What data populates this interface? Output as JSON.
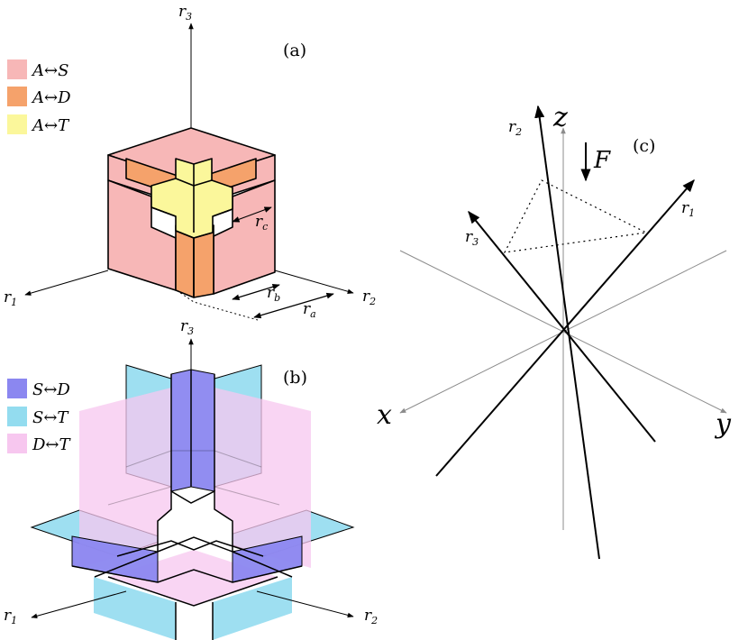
{
  "panel_a": {
    "label": "(a)",
    "axes": {
      "r1": {
        "main": "r",
        "sub": "1"
      },
      "r2": {
        "main": "r",
        "sub": "2"
      },
      "r3": {
        "main": "r",
        "sub": "3"
      }
    },
    "legend": [
      {
        "text": "A↔S",
        "color": "#f7b7b7"
      },
      {
        "text": "A↔D",
        "color": "#f5a26b"
      },
      {
        "text": "A↔T",
        "color": "#fbf79b"
      }
    ],
    "dimensions": {
      "ra": {
        "main": "r",
        "sub": "a"
      },
      "rb": {
        "main": "r",
        "sub": "b"
      },
      "rc": {
        "main": "r",
        "sub": "c"
      }
    }
  },
  "panel_b": {
    "label": "(b)",
    "axes": {
      "r1": {
        "main": "r",
        "sub": "1"
      },
      "r2": {
        "main": "r",
        "sub": "2"
      },
      "r3": {
        "main": "r",
        "sub": "3"
      }
    },
    "legend": [
      {
        "text": "S↔D",
        "color": "#8b87f0"
      },
      {
        "text": "S↔T",
        "color": "#93dcef"
      },
      {
        "text": "D↔T",
        "color": "#f7c7ef"
      }
    ]
  },
  "panel_c": {
    "label": "(c)",
    "axes": {
      "x": "x",
      "y": "y",
      "z": "z",
      "r1": {
        "main": "r",
        "sub": "1"
      },
      "r2": {
        "main": "r",
        "sub": "2"
      },
      "r3": {
        "main": "r",
        "sub": "3"
      }
    },
    "force": "F"
  }
}
